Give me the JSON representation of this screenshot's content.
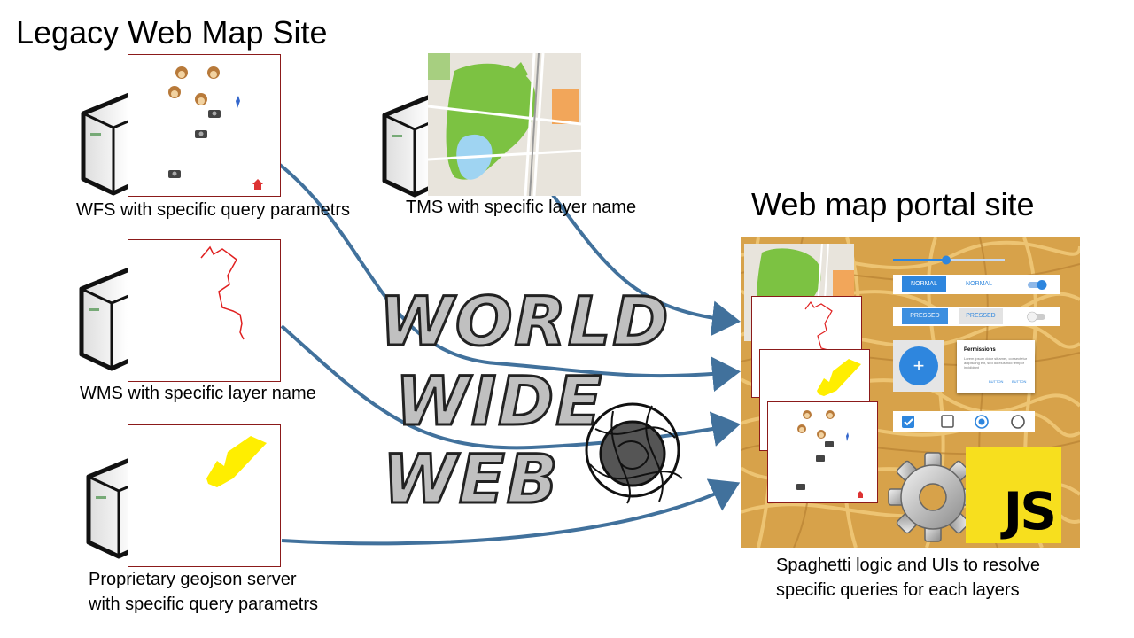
{
  "legacy": {
    "title": "Legacy Web Map Site",
    "wfs_caption": "WFS with specific query parametrs",
    "tms_caption": "TMS with specific layer name",
    "wms_caption": "WMS with specific layer name",
    "geojson_caption_line1": "Proprietary geojson server",
    "geojson_caption_line2": "with specific query parametrs"
  },
  "center": {
    "line1": "WORLD",
    "line2": "WIDE",
    "line3": "WEB"
  },
  "portal": {
    "title": "Web map portal site",
    "caption_line1": "Spaghetti logic and UIs to resolve",
    "caption_line2": "specific queries for each layers",
    "ui": {
      "normal_button": "NORMAL",
      "normal_text_button": "NORMAL",
      "pressed_button": "PRESSED",
      "pressed_text_button": "PRESSED",
      "fab_icon": "+",
      "dialog_title": "Permissions",
      "dialog_body": "Lorem ipsum dolor sit amet, consectetur adipiscing elit, sed do eiusmod tempor incididunt",
      "dialog_action_1": "BUTTON",
      "dialog_action_2": "BUTTON",
      "js_logo": "JS"
    }
  },
  "colors": {
    "arrow": "#41719c",
    "panel_border": "#8b1a1a",
    "wms_line": "#e02020",
    "geojson_fill": "#ffee00",
    "map_green": "#7cc242",
    "ui_blue": "#2e86de",
    "js_yellow": "#f7df1e"
  },
  "icons": [
    "server-icon",
    "monkey-icon",
    "camera-icon",
    "pin-icon",
    "house-icon",
    "globe-icon",
    "gear-icon",
    "checkbox-icon",
    "radio-icon",
    "toggle-icon",
    "slider-icon"
  ]
}
